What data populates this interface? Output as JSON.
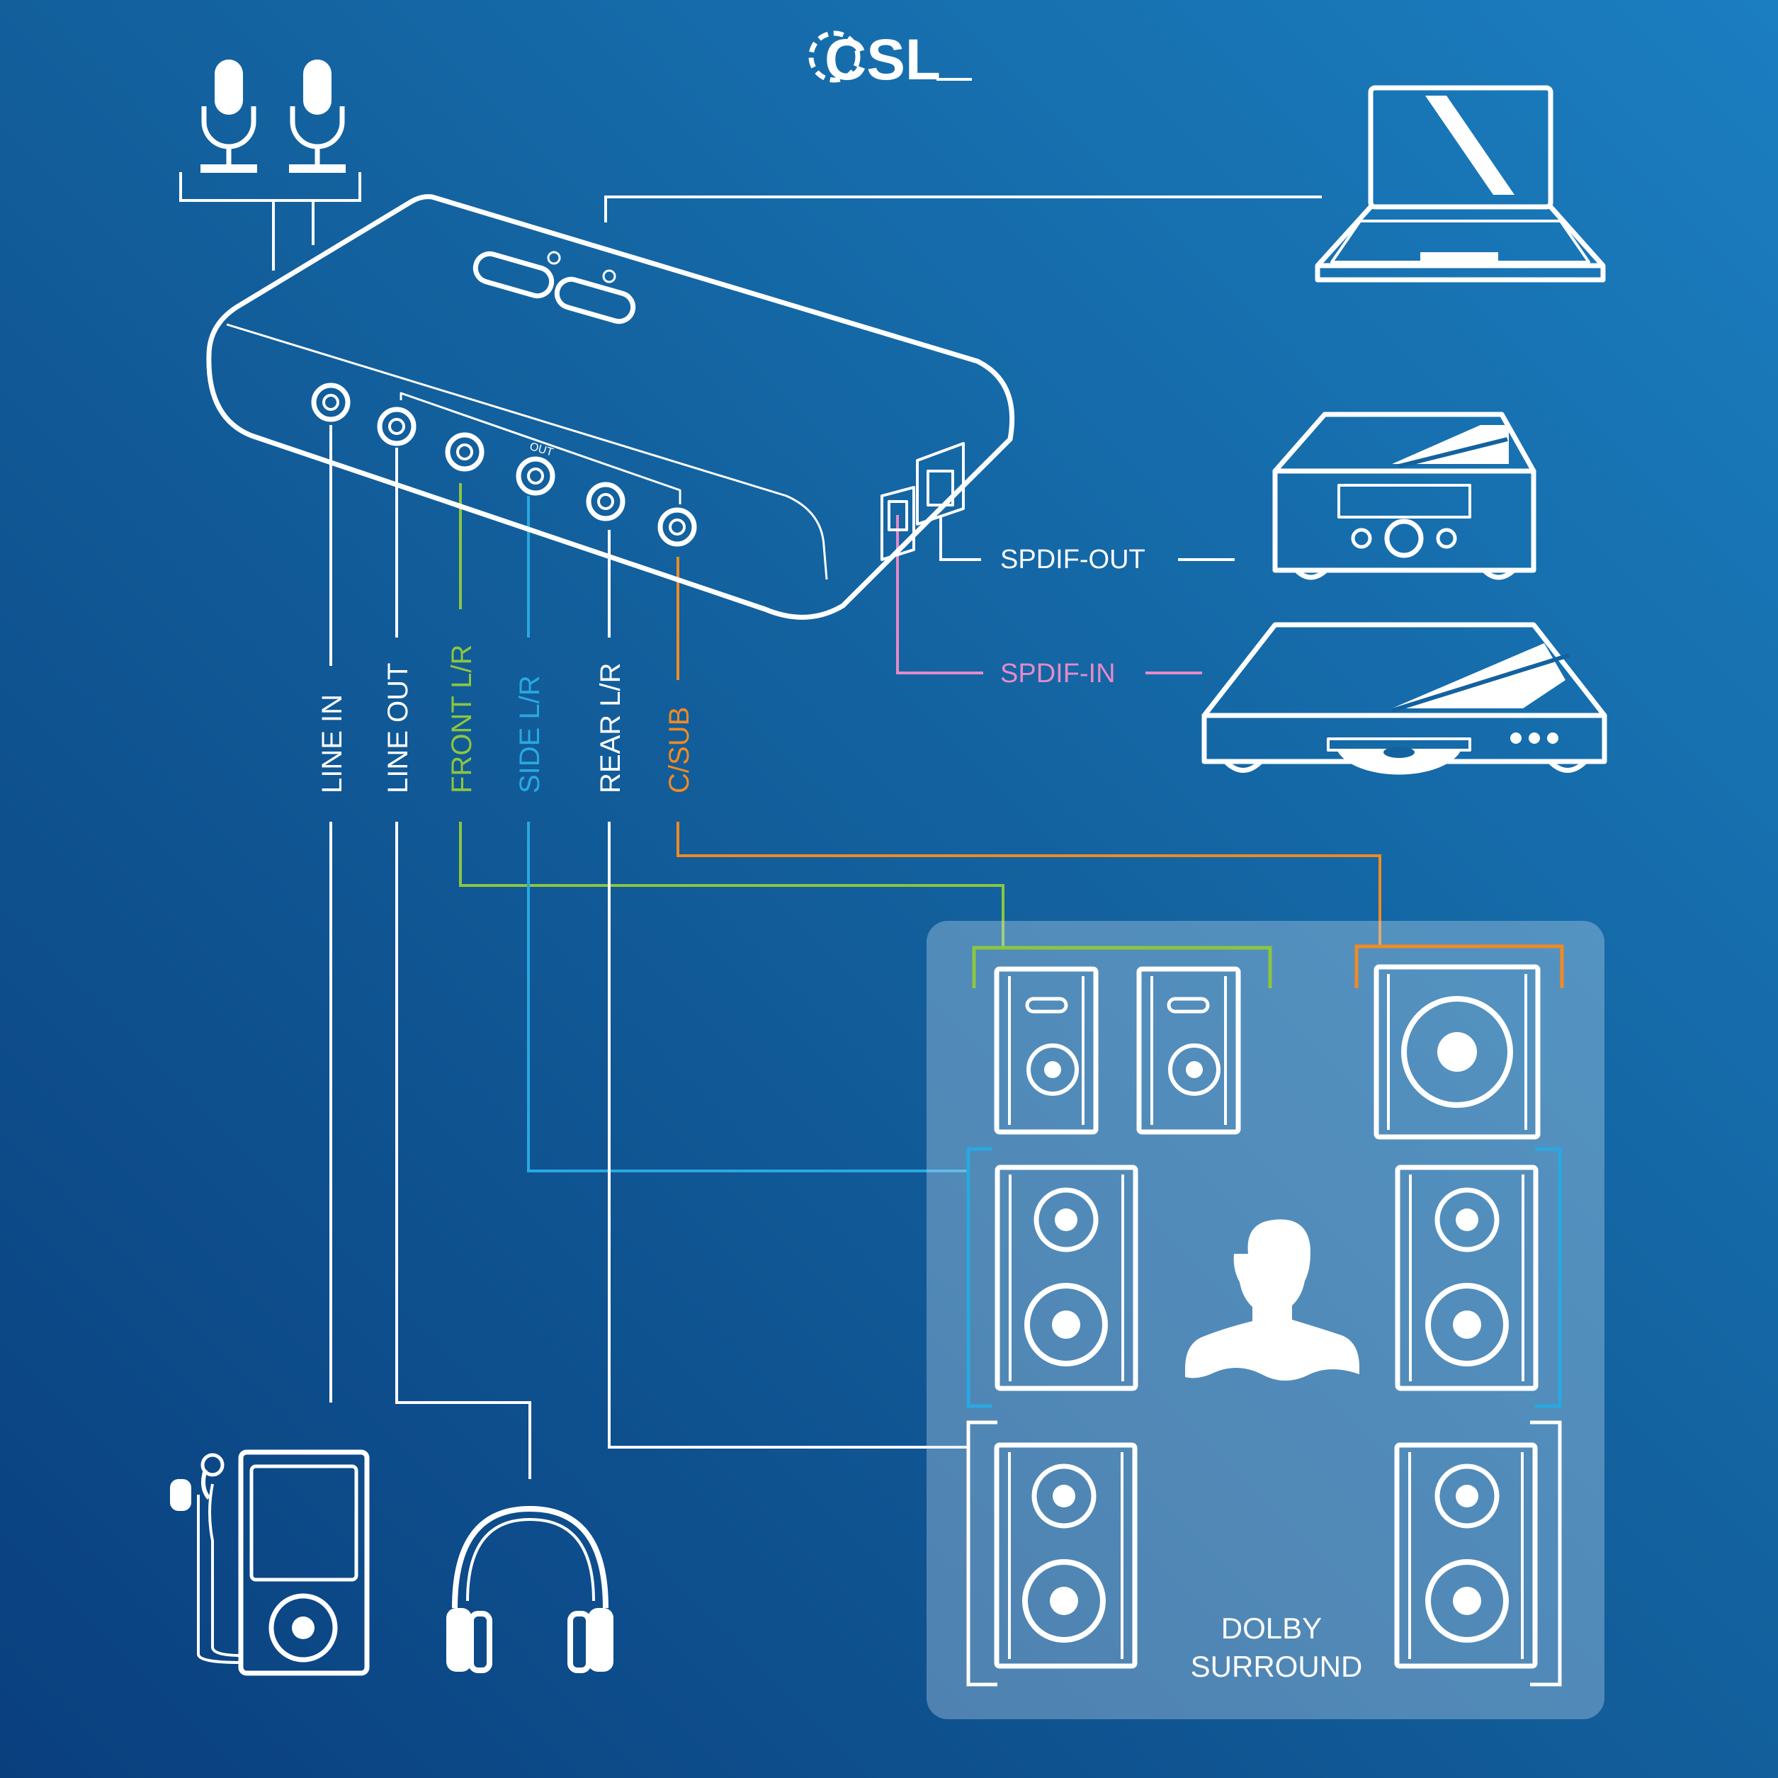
{
  "brand": {
    "logo_text": "CSL"
  },
  "ports": {
    "line_in": "LINE IN",
    "line_out": "LINE OUT",
    "front": "FRONT L/R",
    "side": "SIDE L/R",
    "rear": "REAR L/R",
    "csub": "C/SUB",
    "out_label": "OUT"
  },
  "digital": {
    "spdif_out": "SPDIF-OUT",
    "spdif_in": "SPDIF-IN"
  },
  "surround": {
    "line1": "DOLBY",
    "line2": "SURROUND"
  },
  "colors": {
    "background_start": "#0a4a8c",
    "background_end": "#1a78b8",
    "line": "#ffffff",
    "front": "#8cc63f",
    "side": "#29a8e0",
    "csub": "#f08a24",
    "spdif_in": "#e58ac8",
    "panel": "#c9dff0"
  },
  "icons": {
    "microphones": "microphone-icon",
    "laptop": "laptop-icon",
    "receiver": "amplifier-icon",
    "player": "cd-player-icon",
    "mp3": "mp3-player-icon",
    "headphones": "headphones-icon",
    "person": "person-icon",
    "speakers": "speaker-icon"
  }
}
